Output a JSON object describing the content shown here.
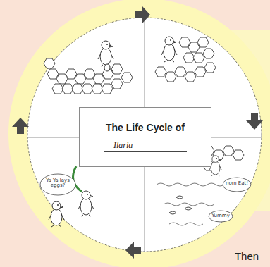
{
  "diagram": {
    "nodes": [
      {
        "text": [
          "The Life Cycle of",
          "Ilaria"
        ]
      }
    ],
    "labels": [
      "Ya Ya lays eggs?",
      "nom Eat!",
      "Yummy",
      "Then"
    ]
  }
}
